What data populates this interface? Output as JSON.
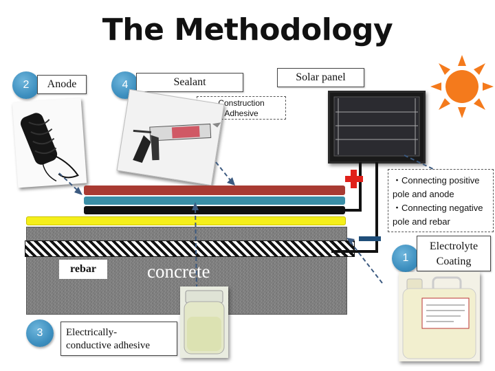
{
  "title": "The Methodology",
  "components": {
    "anode": {
      "number": "2",
      "label": "Anode"
    },
    "sealant": {
      "number": "4",
      "label": "Sealant",
      "callout": "Construction\nAdhesive"
    },
    "solar_panel": {
      "label": "Solar panel"
    },
    "electrolyte": {
      "number": "1",
      "label": "Electrolyte\nCoating"
    },
    "adhesive": {
      "number": "3",
      "label": "Electrically-\nconductive adhesive"
    }
  },
  "connections": {
    "line1": "・Connecting positive",
    "line2": "pole and anode",
    "line3": "・Connecting negative",
    "line4": "pole and rebar"
  },
  "structure": {
    "rebar": "rebar",
    "concrete": "concrete"
  },
  "colors": {
    "sealant_layer": "#a83a32",
    "anode_layer_top": "#3a8ea6",
    "conductive_layer": "#111111",
    "electrolyte_layer": "#f5ef1a",
    "positive": "#e0201a",
    "negative": "#1f4e79",
    "sun": "#f47a1c"
  }
}
